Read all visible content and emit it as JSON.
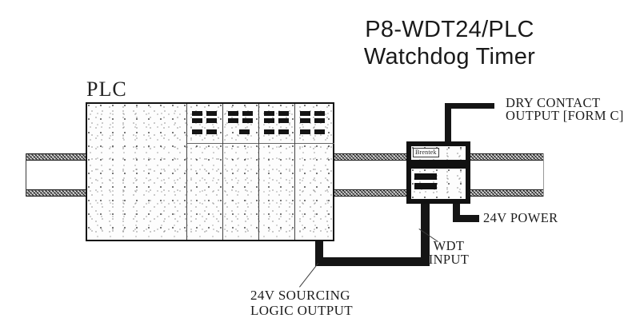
{
  "title": {
    "line1": "P8-WDT24/PLC",
    "line2": "Watchdog Timer"
  },
  "plc": {
    "label": "PLC",
    "module_count": 4
  },
  "device": {
    "brand_label": "Brentek"
  },
  "callouts": {
    "dry_contact_line1": "DRY CONTACT",
    "dry_contact_line2": "OUTPUT [FORM C]",
    "power": "24V POWER",
    "wdt_line1": "WDT",
    "wdt_line2": "INPUT",
    "sourcing_line1": "24V SOURCING",
    "sourcing_line2": "LOGIC OUTPUT"
  },
  "colors": {
    "ink": "#111111",
    "paper": "#ffffff"
  }
}
